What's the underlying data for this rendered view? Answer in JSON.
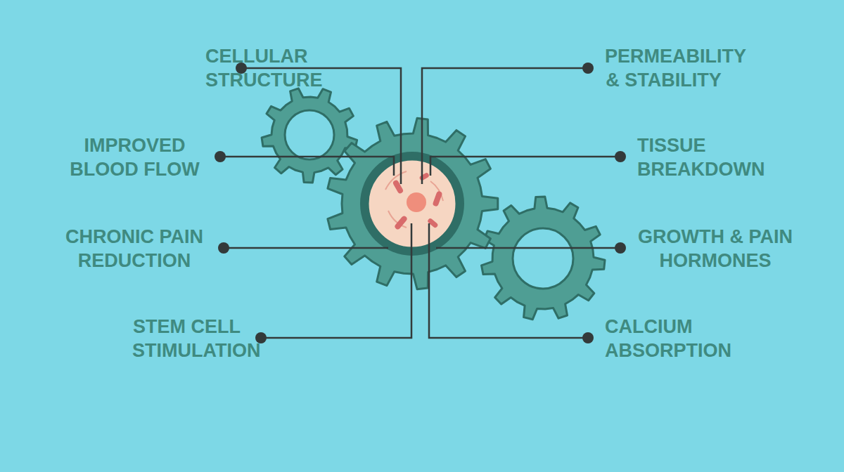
{
  "diagram": {
    "labels": [
      "CELLULAR STRUCTURE",
      "PERMEABILITY & STABILITY",
      "IMPROVED BLOOD FLOW",
      "TISSUE BREAKDOWN",
      "CHRONIC PAIN REDUCTION",
      "GROWTH & PAIN HORMONES",
      "STEM CELL STIMULATION",
      "CALCIUM ABSORPTION"
    ]
  }
}
